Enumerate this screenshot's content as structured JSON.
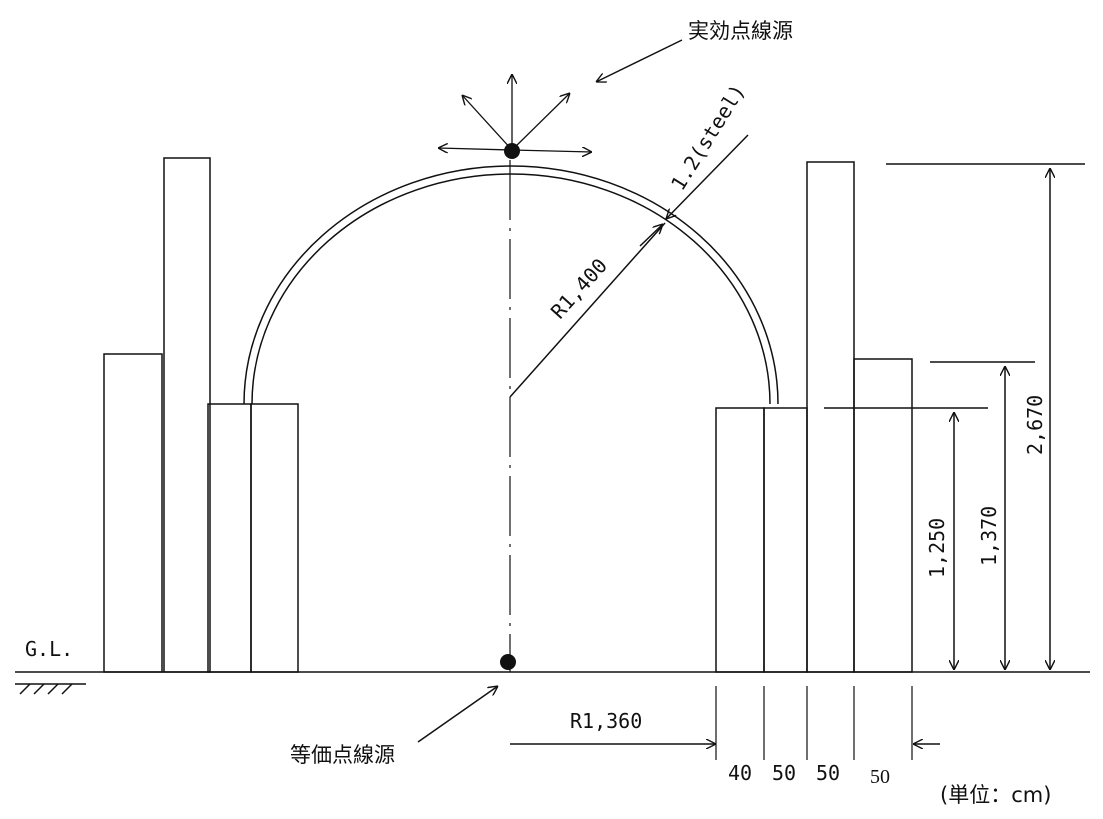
{
  "labels": {
    "effective_source": "実効点線源",
    "equivalent_source": "等価点線源",
    "steel_thickness": "1.2(steel)",
    "dome_radius": "R1,400",
    "base_radius": "R1,360",
    "ground_level": "G.L.",
    "unit": "(単位：cm)",
    "height_1250": "1,250",
    "height_1370": "1,370",
    "height_2670": "2,670",
    "width_40": "40",
    "width_50a": "50",
    "width_50b": "50",
    "width_50c": "50"
  },
  "colors": {
    "line": "#111111",
    "background": "#ffffff"
  }
}
